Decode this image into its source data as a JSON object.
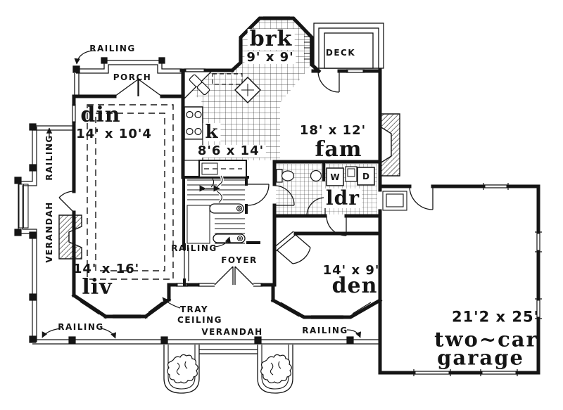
{
  "colors": {
    "ink": "#151515",
    "paper": "#ffffff"
  },
  "rooms": {
    "dining": {
      "name": "din",
      "dims": "14' x 10'4"
    },
    "kitchen": {
      "name": "k",
      "dims": "8'6 x 14'"
    },
    "breakfast": {
      "name": "brk",
      "dims": "9' x 9'"
    },
    "family": {
      "name": "fam",
      "dims": "18' x 12'"
    },
    "laundry": {
      "name": "ldr"
    },
    "living": {
      "name": "liv",
      "dims": "14' x 16'"
    },
    "den": {
      "name": "den",
      "dims": "14' x 9'"
    },
    "garage": {
      "dims": "21'2 x 25'",
      "name_line1": "two~car",
      "name_line2": "garage"
    }
  },
  "annotations": {
    "porch": "PORCH",
    "deck": "DECK",
    "foyer": "FOYER",
    "verandah_left": "VERANDAH",
    "verandah_bottom": "VERANDAH",
    "railing_top": "RAILING",
    "railing_left": "RAILING",
    "railing_stairs": "RAILING",
    "railing_bottom_left": "RAILING",
    "railing_bottom_right": "RAILING",
    "tray_ceiling_line1": "TRAY",
    "tray_ceiling_line2": "CEILING",
    "washer": "W",
    "dryer": "D"
  }
}
